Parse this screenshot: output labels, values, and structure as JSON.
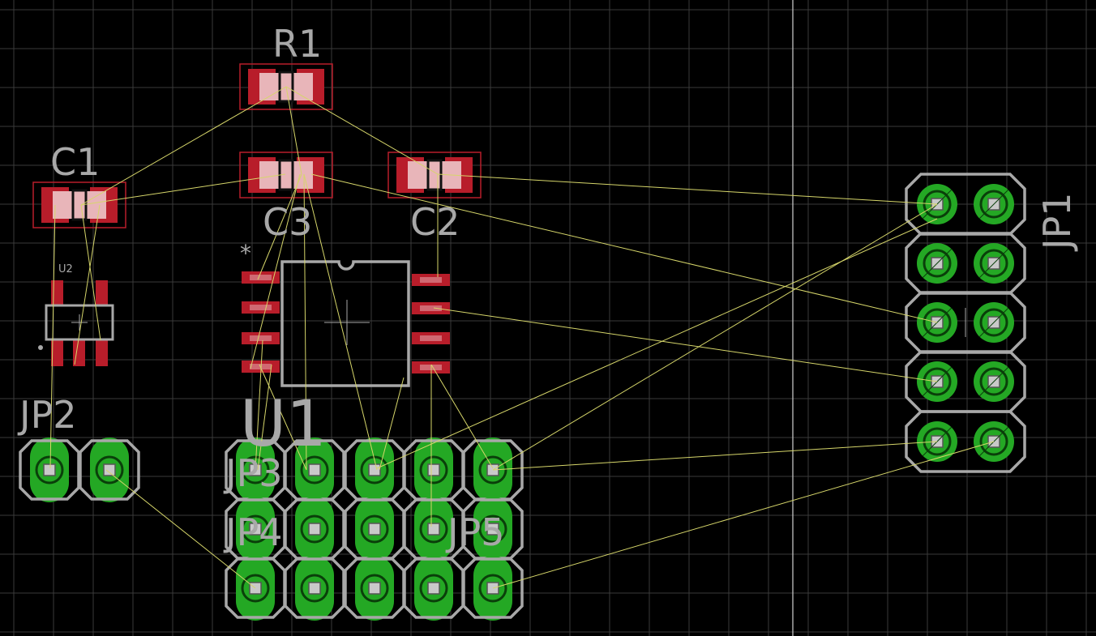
{
  "board": {
    "background": "#000000",
    "grid_color": "#3a3a3a",
    "silk_color": "#a8a8a8",
    "pad_color": "#b81d2a",
    "pad_highlight": "#e8b5b9",
    "via_color": "#24a824",
    "airwire_color": "#d6d66a"
  },
  "labels": {
    "r1": "R1",
    "c1": "C1",
    "c2": "C2",
    "c3": "C3",
    "u1": "U1",
    "u2": "U2",
    "jp1": "JP1",
    "jp2": "JP2",
    "jp3": "JP3",
    "jp4": "JP4",
    "jp5": "JP5",
    "pin1_marker": "*"
  }
}
